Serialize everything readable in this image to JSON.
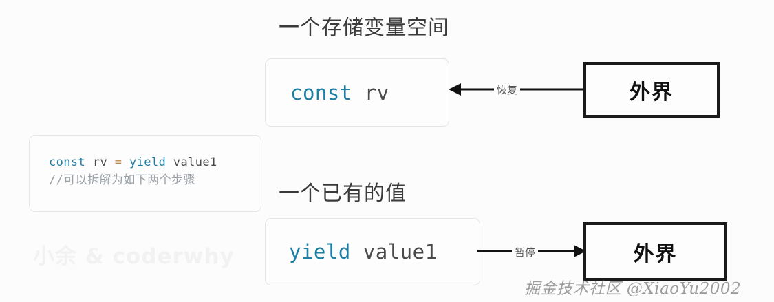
{
  "diagram": {
    "background_color": "#fcfcfc",
    "sections": {
      "upper": {
        "title": "一个存储变量空间",
        "code_card": {
          "keyword": "const",
          "identifier": "rv"
        },
        "connector": {
          "label": "恢复",
          "direction": "left",
          "from": "外界",
          "to": "const rv"
        },
        "outer_box": {
          "label": "外界"
        }
      },
      "lower": {
        "title": "一个已有的值",
        "code_card": {
          "keyword": "yield",
          "identifier": "value1"
        },
        "connector": {
          "label": "暂停",
          "direction": "right",
          "from": "yield value1",
          "to": "外界"
        },
        "outer_box": {
          "label": "外界"
        }
      }
    },
    "snippet": {
      "code_keyword_1": "const",
      "code_identifier_1": "rv",
      "code_operator": "=",
      "code_keyword_2": "yield",
      "code_identifier_2": "value1",
      "comment": "//可以拆解为如下两个步骤"
    },
    "watermarks": {
      "faint": "小余 & coderwhy",
      "credit": "掘金技术社区 @XiaoYu2002"
    },
    "colors": {
      "keyword": "#1b7fa6",
      "identifier": "#4a4a4a",
      "operator": "#b5895b",
      "comment": "#9aa0a6",
      "outer_border": "#1a1a1a",
      "card_border": "#e2e4e6",
      "title": "#3a3a3a"
    }
  }
}
